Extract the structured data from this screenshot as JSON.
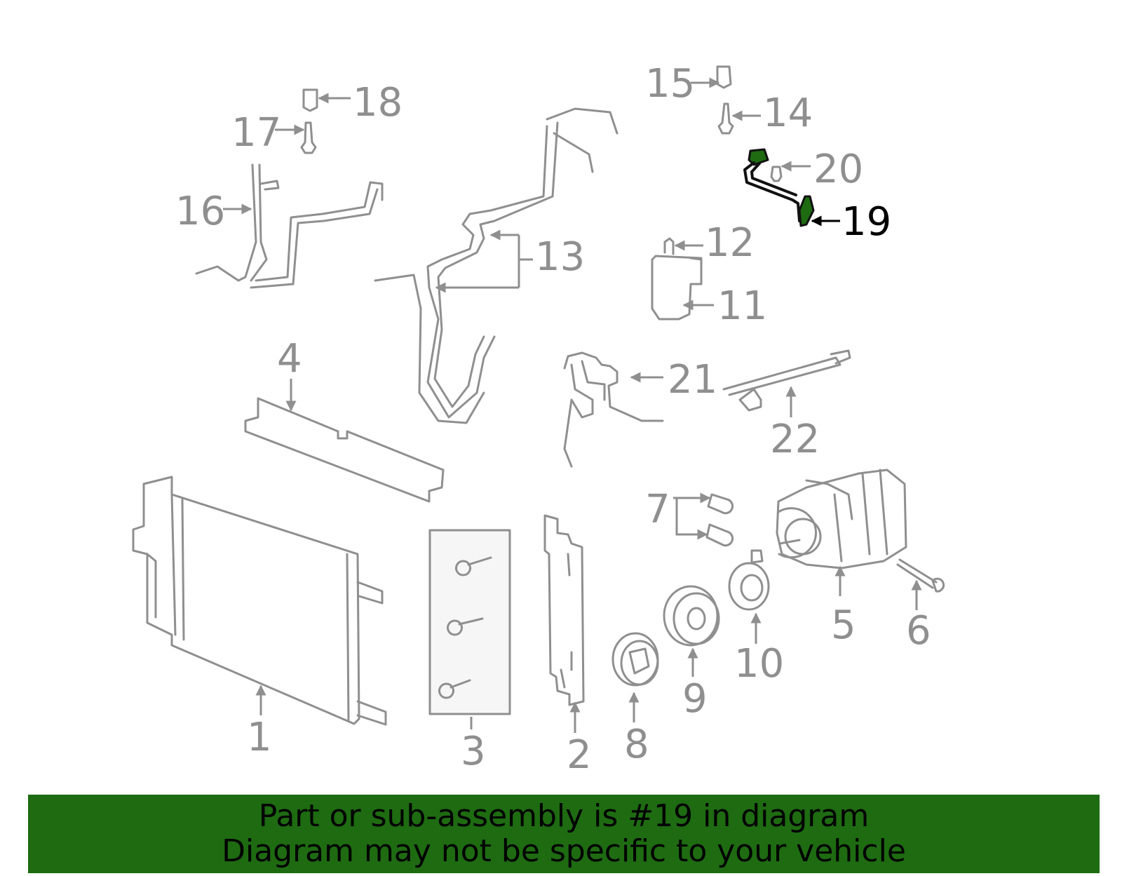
{
  "diagram": {
    "highlight_color": "#1e6b12",
    "callouts": [
      {
        "id": "c1",
        "label": "1"
      },
      {
        "id": "c2",
        "label": "2"
      },
      {
        "id": "c3",
        "label": "3"
      },
      {
        "id": "c4",
        "label": "4"
      },
      {
        "id": "c5",
        "label": "5"
      },
      {
        "id": "c6",
        "label": "6"
      },
      {
        "id": "c7",
        "label": "7"
      },
      {
        "id": "c8",
        "label": "8"
      },
      {
        "id": "c9",
        "label": "9"
      },
      {
        "id": "c10",
        "label": "10"
      },
      {
        "id": "c11",
        "label": "11"
      },
      {
        "id": "c12",
        "label": "12"
      },
      {
        "id": "c13",
        "label": "13"
      },
      {
        "id": "c14",
        "label": "14"
      },
      {
        "id": "c15",
        "label": "15"
      },
      {
        "id": "c16",
        "label": "16"
      },
      {
        "id": "c17",
        "label": "17"
      },
      {
        "id": "c18",
        "label": "18"
      },
      {
        "id": "c19",
        "label": "19",
        "highlighted": true
      },
      {
        "id": "c20",
        "label": "20"
      },
      {
        "id": "c21",
        "label": "21"
      },
      {
        "id": "c22",
        "label": "22"
      }
    ]
  },
  "banner": {
    "line1": "Part or sub-assembly is #19 in diagram",
    "line2": "Diagram may not be specific to your vehicle"
  }
}
